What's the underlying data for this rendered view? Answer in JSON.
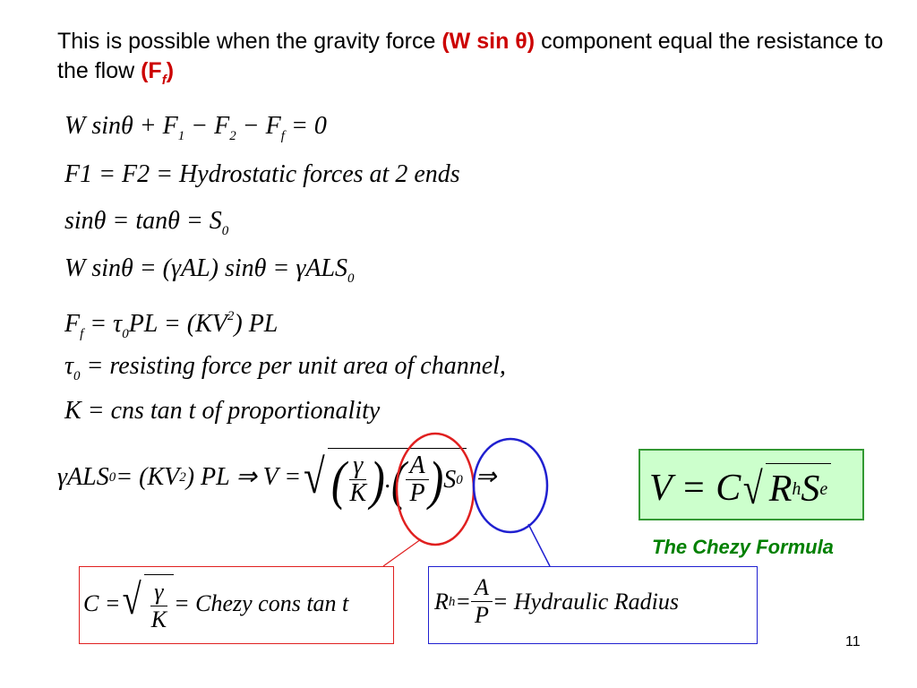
{
  "intro": {
    "text_before": "This is possible when the gravity force ",
    "highlight_1": "(W sin θ)",
    "text_middle": " component equal the resistance to the flow  ",
    "highlight_2_open": "(F",
    "highlight_2_sub": "f",
    "highlight_2_close": ")"
  },
  "equations": {
    "eq1": {
      "lhs": "W sinθ + F",
      "s1": "1",
      "m1": " − F",
      "s2": "2",
      "m2": " − F",
      "s3": "f",
      "rhs": " = 0"
    },
    "eq2": "F1 = F2 = Hydrostatic  forces at 2 ends",
    "eq3": {
      "text": "sinθ = tanθ = S",
      "sub": "0"
    },
    "eq4": {
      "text": "W sinθ = (γAL) sinθ = γALS",
      "sub": "0"
    },
    "eq5": {
      "a": "F",
      "a_sub": "f",
      "b": " = τ",
      "b_sub": "0",
      "c": "PL = (KV",
      "c_sup": "2",
      "d": ") PL"
    },
    "eq6": {
      "a": "τ",
      "a_sub": "0",
      "b": " = resisting  force  per unit area of  channel,"
    },
    "eq7": "K = cns tan t  of  proportionality",
    "eq8": {
      "a": "γALS",
      "a_sub": "0",
      "b": " = (KV",
      "b_sup": "2",
      "c": ") PL ⇒ V = ",
      "frac1_num": "γ",
      "frac1_den": "K",
      "dot": ".",
      "frac2_num": "A",
      "frac2_den": "P",
      "d": "S",
      "d_sub": "0",
      "e": " ⇒"
    }
  },
  "green_box": {
    "v": "V = C",
    "r": "R",
    "r_sub": "h",
    "s": "S",
    "s_sub": "e"
  },
  "chezy_title": "The Chezy Formula",
  "red_box": {
    "c": "C = ",
    "num": "γ",
    "den": "K",
    "rhs": " = Chezy  cons tan t"
  },
  "blue_box": {
    "r": "R",
    "r_sub": "h",
    "eq": " = ",
    "num": "A",
    "den": "P",
    "rhs": " = Hydraulic Radius"
  },
  "page_number": "11",
  "colors": {
    "highlight": "#cc0000",
    "chezy": "#008000",
    "green_fill": "#ccffcc",
    "red_circle": "#e02020",
    "blue_circle": "#2020d0"
  }
}
